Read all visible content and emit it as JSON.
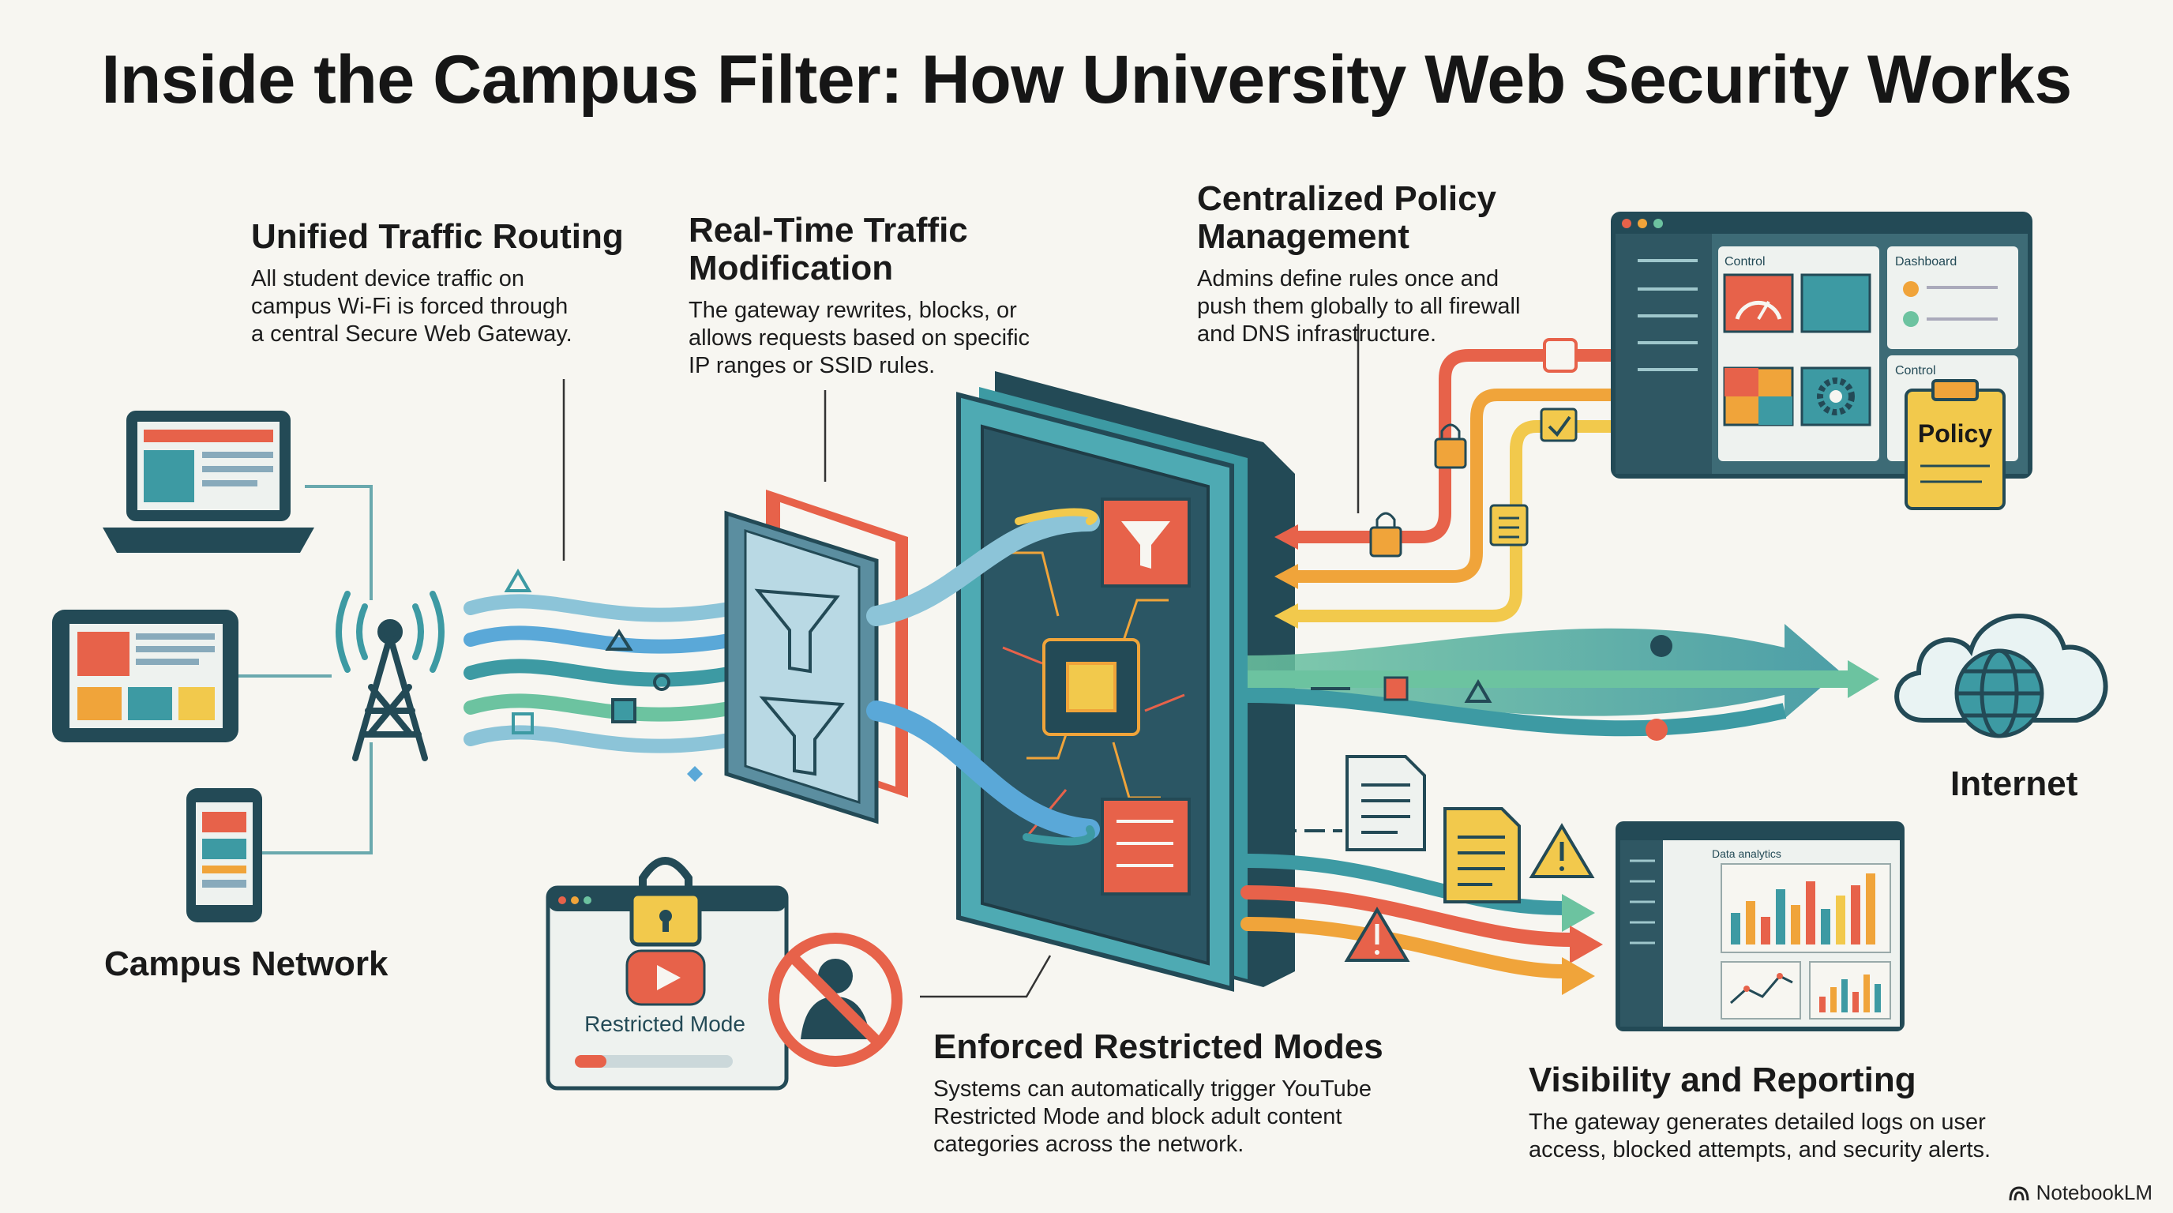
{
  "title": "Inside the Campus Filter: How University Web Security Works",
  "callouts": {
    "routing": {
      "heading": "Unified Traffic Routing",
      "body": "All student device traffic on\ncampus Wi-Fi is forced through\na central Secure Web Gateway."
    },
    "modification": {
      "heading": "Real-Time Traffic\nModification",
      "body": "The gateway rewrites, blocks, or\nallows requests based on specific\nIP ranges or SSID rules."
    },
    "policy": {
      "heading": "Centralized Policy\nManagement",
      "body": "Admins define rules once and\npush them globally to all firewall\nand DNS infrastructure."
    },
    "restricted": {
      "heading": "Enforced Restricted Modes",
      "body": "Systems can automatically trigger YouTube\nRestricted Mode and block adult content\ncategories across the network."
    },
    "visibility": {
      "heading": "Visibility and Reporting",
      "body": "The gateway generates detailed logs on user\naccess, blocked attempts, and security alerts."
    }
  },
  "labels": {
    "campus_network": "Campus Network",
    "internet": "Internet",
    "restricted_mode": "Restricted Mode",
    "policy": "Policy",
    "control_1": "Control",
    "dashboard": "Dashboard",
    "control_2": "Control",
    "data_analytics": "Data analytics"
  },
  "brand": "NotebookLM",
  "colors": {
    "teal": "#3d9aa3",
    "dark_teal": "#234a56",
    "coral": "#e7624a",
    "orange": "#f0a43a",
    "yellow": "#f2c94c",
    "blue": "#5aa8d8",
    "green": "#6cc3a0",
    "background": "#f7f6f1"
  },
  "icons": [
    "laptop-icon",
    "tablet-icon",
    "phone-icon",
    "wifi-tower-icon",
    "funnel-icon",
    "chip-icon",
    "lock-icon",
    "checkmark-icon",
    "document-icon",
    "warning-icon",
    "globe-icon",
    "cloud-icon",
    "play-icon",
    "no-entry-icon",
    "gear-icon",
    "gauge-icon"
  ],
  "chart_data": {
    "type": "bar",
    "title": "Data analytics",
    "values": [
      40,
      55,
      35,
      70,
      50,
      80,
      45,
      62,
      75,
      90
    ],
    "colors": [
      "#3d9aa3",
      "#f0a43a",
      "#e7624a",
      "#3d9aa3",
      "#f0a43a",
      "#e7624a",
      "#3d9aa3",
      "#f2c94c",
      "#e7624a",
      "#f0a43a"
    ]
  }
}
